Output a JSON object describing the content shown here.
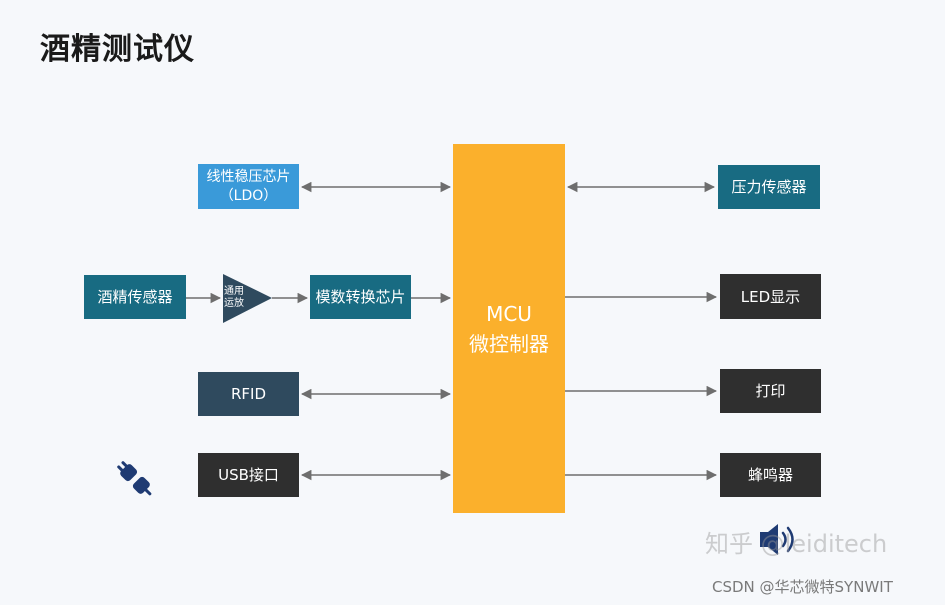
{
  "title": "酒精测试仪",
  "mcu": {
    "line1": "MCU",
    "line2": "微控制器"
  },
  "left": {
    "ldo_line1": "线性稳压芯片",
    "ldo_line2": "（LDO）",
    "alcohol_sensor": "酒精传感器",
    "amp_line1": "通用",
    "amp_line2": "运放",
    "adc": "模数转换芯片",
    "rfid": "RFID",
    "usb": "USB接口"
  },
  "right": {
    "pressure_sensor": "压力传感器",
    "led": "LED显示",
    "print": "打印",
    "buzzer": "蜂鸣器"
  },
  "icons": {
    "plug": "plug-icon",
    "speaker": "speaker-icon"
  },
  "watermarks": {
    "zhihu": "知乎 @leiditech",
    "csdn": "CSDN @华芯微特SYNWIT"
  },
  "colors": {
    "mcu": "#fbb02c",
    "ldo": "#3a9ad9",
    "teal": "#186b82",
    "rfid": "#2f4a5e",
    "dark": "#2f2f2f",
    "arrow": "#6e6e6e"
  }
}
